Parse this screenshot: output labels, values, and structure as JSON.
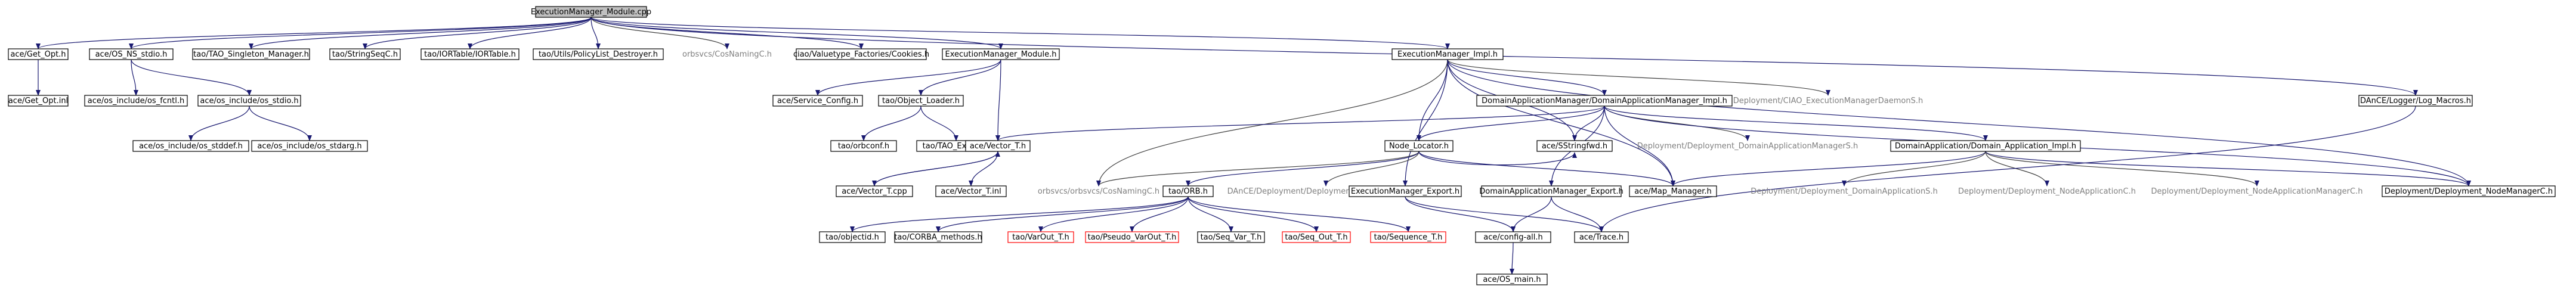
{
  "colors": {
    "edge": "#191970",
    "edge_ext": "#404040",
    "root_fill": "#c0c0c0",
    "node_fill": "#ffffff",
    "node_border": "#000000",
    "missing_border": "#ff0000",
    "text": "#000000",
    "text_ext": "#7f7f7f"
  },
  "nodes": [
    {
      "id": "root",
      "label": "ExecutionManager_Module.cpp",
      "kind": "root"
    },
    {
      "id": "get_opt_h",
      "label": "ace/Get_Opt.h",
      "kind": "normal"
    },
    {
      "id": "get_opt_inl",
      "label": "ace/Get_Opt.inl",
      "kind": "normal"
    },
    {
      "id": "os_ns_stdio",
      "label": "ace/OS_NS_stdio.h",
      "kind": "normal"
    },
    {
      "id": "os_fcntl",
      "label": "ace/os_include/os_fcntl.h",
      "kind": "normal"
    },
    {
      "id": "os_stdio",
      "label": "ace/os_include/os_stdio.h",
      "kind": "normal"
    },
    {
      "id": "os_stddef",
      "label": "ace/os_include/os_stddef.h",
      "kind": "normal"
    },
    {
      "id": "os_stdarg",
      "label": "ace/os_include/os_stdarg.h",
      "kind": "normal"
    },
    {
      "id": "tao_singleton",
      "label": "tao/TAO_Singleton_Manager.h",
      "kind": "normal"
    },
    {
      "id": "stringseqc",
      "label": "tao/StringSeqC.h",
      "kind": "normal"
    },
    {
      "id": "iortable",
      "label": "tao/IORTable/IORTable.h",
      "kind": "normal"
    },
    {
      "id": "policy_list",
      "label": "tao/Utils/PolicyList_Destroyer.h",
      "kind": "normal"
    },
    {
      "id": "cosnaming_top",
      "label": "orbsvcs/CosNamingC.h",
      "kind": "external"
    },
    {
      "id": "valuetype",
      "label": "ciao/Valuetype_Factories/Cookies.h",
      "kind": "normal"
    },
    {
      "id": "em_module_h",
      "label": "ExecutionManager_Module.h",
      "kind": "normal"
    },
    {
      "id": "service_config",
      "label": "ace/Service_Config.h",
      "kind": "normal"
    },
    {
      "id": "object_loader",
      "label": "tao/Object_Loader.h",
      "kind": "normal"
    },
    {
      "id": "orbconf",
      "label": "tao/orbconf.h",
      "kind": "normal"
    },
    {
      "id": "tao_export",
      "label": "tao/TAO_Export.h",
      "kind": "normal"
    },
    {
      "id": "vector_t_h",
      "label": "ace/Vector_T.h",
      "kind": "normal"
    },
    {
      "id": "vector_t_cpp",
      "label": "ace/Vector_T.cpp",
      "kind": "normal"
    },
    {
      "id": "vector_t_inl",
      "label": "ace/Vector_T.inl",
      "kind": "normal"
    },
    {
      "id": "em_impl",
      "label": "ExecutionManager_Impl.h",
      "kind": "normal"
    },
    {
      "id": "dam_impl",
      "label": "DomainApplicationManager/DomainApplicationManager_Impl.h",
      "kind": "normal"
    },
    {
      "id": "ciao_em_daemon",
      "label": "Deployment/CIAO_ExecutionManagerDaemonS.h",
      "kind": "external"
    },
    {
      "id": "node_locator",
      "label": "Node_Locator.h",
      "kind": "normal"
    },
    {
      "id": "sstringfwd",
      "label": "ace/SStringfwd.h",
      "kind": "normal"
    },
    {
      "id": "dep_dams",
      "label": "Deployment/Deployment_DomainApplicationManagerS.h",
      "kind": "external"
    },
    {
      "id": "da_impl",
      "label": "DomainApplication/Domain_Application_Impl.h",
      "kind": "normal"
    },
    {
      "id": "log_macros",
      "label": "DAnCE/Logger/Log_Macros.h",
      "kind": "normal"
    },
    {
      "id": "cosnaming_mid",
      "label": "orbsvcs/orbsvcs/CosNamingC.h",
      "kind": "external"
    },
    {
      "id": "orb_h",
      "label": "tao/ORB.h",
      "kind": "normal"
    },
    {
      "id": "dance_nmc",
      "label": "DAnCE/Deployment/Deployment_NodeManagerC.h",
      "kind": "external"
    },
    {
      "id": "em_export",
      "label": "ExecutionManager_Export.h",
      "kind": "normal"
    },
    {
      "id": "dam_export",
      "label": "DomainApplicationManager_Export.h",
      "kind": "normal"
    },
    {
      "id": "map_manager",
      "label": "ace/Map_Manager.h",
      "kind": "normal"
    },
    {
      "id": "dep_das",
      "label": "Deployment/Deployment_DomainApplicationS.h",
      "kind": "external"
    },
    {
      "id": "dep_nac",
      "label": "Deployment/Deployment_NodeApplicationC.h",
      "kind": "external"
    },
    {
      "id": "dep_namc",
      "label": "Deployment/Deployment_NodeApplicationManagerC.h",
      "kind": "external"
    },
    {
      "id": "dep_nmc",
      "label": "Deployment/Deployment_NodeManagerC.h",
      "kind": "normal"
    },
    {
      "id": "objectid",
      "label": "tao/objectid.h",
      "kind": "normal"
    },
    {
      "id": "corba_methods",
      "label": "tao/CORBA_methods.h",
      "kind": "normal"
    },
    {
      "id": "varout_t",
      "label": "tao/VarOut_T.h",
      "kind": "missing"
    },
    {
      "id": "pseudo_varout",
      "label": "tao/Pseudo_VarOut_T.h",
      "kind": "missing"
    },
    {
      "id": "seq_var_t",
      "label": "tao/Seq_Var_T.h",
      "kind": "normal"
    },
    {
      "id": "seq_out_t",
      "label": "tao/Seq_Out_T.h",
      "kind": "missing"
    },
    {
      "id": "sequence_t",
      "label": "tao/Sequence_T.h",
      "kind": "missing"
    },
    {
      "id": "config_all",
      "label": "ace/config-all.h",
      "kind": "normal"
    },
    {
      "id": "ace_trace",
      "label": "ace/Trace.h",
      "kind": "normal"
    },
    {
      "id": "os_main",
      "label": "ace/OS_main.h",
      "kind": "normal"
    }
  ],
  "edges": [
    [
      "root",
      "get_opt_h"
    ],
    [
      "root",
      "os_ns_stdio"
    ],
    [
      "root",
      "tao_singleton"
    ],
    [
      "root",
      "stringseqc"
    ],
    [
      "root",
      "iortable"
    ],
    [
      "root",
      "policy_list"
    ],
    [
      "root",
      "cosnaming_top"
    ],
    [
      "root",
      "valuetype"
    ],
    [
      "root",
      "em_module_h"
    ],
    [
      "root",
      "em_impl"
    ],
    [
      "root",
      "log_macros"
    ],
    [
      "get_opt_h",
      "get_opt_inl"
    ],
    [
      "os_ns_stdio",
      "os_fcntl"
    ],
    [
      "os_ns_stdio",
      "os_stdio"
    ],
    [
      "os_stdio",
      "os_stddef"
    ],
    [
      "os_stdio",
      "os_stdarg"
    ],
    [
      "em_module_h",
      "service_config"
    ],
    [
      "em_module_h",
      "object_loader"
    ],
    [
      "em_module_h",
      "vector_t_h"
    ],
    [
      "object_loader",
      "orbconf"
    ],
    [
      "object_loader",
      "tao_export"
    ],
    [
      "vector_t_h",
      "vector_t_cpp"
    ],
    [
      "vector_t_h",
      "vector_t_inl"
    ],
    [
      "vector_t_cpp",
      "vector_t_h"
    ],
    [
      "em_impl",
      "dam_impl"
    ],
    [
      "em_impl",
      "ciao_em_daemon"
    ],
    [
      "em_impl",
      "node_locator"
    ],
    [
      "em_impl",
      "sstringfwd"
    ],
    [
      "em_impl",
      "em_export"
    ],
    [
      "em_impl",
      "cosnaming_mid"
    ],
    [
      "em_impl",
      "map_manager"
    ],
    [
      "em_impl",
      "dep_nmc"
    ],
    [
      "dam_impl",
      "vector_t_h"
    ],
    [
      "dam_impl",
      "node_locator"
    ],
    [
      "dam_impl",
      "sstringfwd"
    ],
    [
      "dam_impl",
      "dep_dams"
    ],
    [
      "dam_impl",
      "da_impl"
    ],
    [
      "dam_impl",
      "dam_export"
    ],
    [
      "dam_impl",
      "map_manager"
    ],
    [
      "dam_impl",
      "dep_nmc"
    ],
    [
      "node_locator",
      "cosnaming_mid"
    ],
    [
      "node_locator",
      "orb_h"
    ],
    [
      "node_locator",
      "dance_nmc"
    ],
    [
      "node_locator",
      "map_manager"
    ],
    [
      "node_locator",
      "sstringfwd"
    ],
    [
      "da_impl",
      "map_manager"
    ],
    [
      "da_impl",
      "dep_das"
    ],
    [
      "da_impl",
      "dep_nac"
    ],
    [
      "da_impl",
      "dep_namc"
    ],
    [
      "da_impl",
      "dep_nmc"
    ],
    [
      "orb_h",
      "objectid"
    ],
    [
      "orb_h",
      "corba_methods"
    ],
    [
      "orb_h",
      "varout_t"
    ],
    [
      "orb_h",
      "pseudo_varout"
    ],
    [
      "orb_h",
      "seq_var_t"
    ],
    [
      "orb_h",
      "seq_out_t"
    ],
    [
      "orb_h",
      "sequence_t"
    ],
    [
      "em_export",
      "config_all"
    ],
    [
      "em_export",
      "ace_trace"
    ],
    [
      "dam_export",
      "config_all"
    ],
    [
      "dam_export",
      "ace_trace"
    ],
    [
      "log_macros",
      "ace_trace"
    ],
    [
      "config_all",
      "os_main"
    ]
  ]
}
